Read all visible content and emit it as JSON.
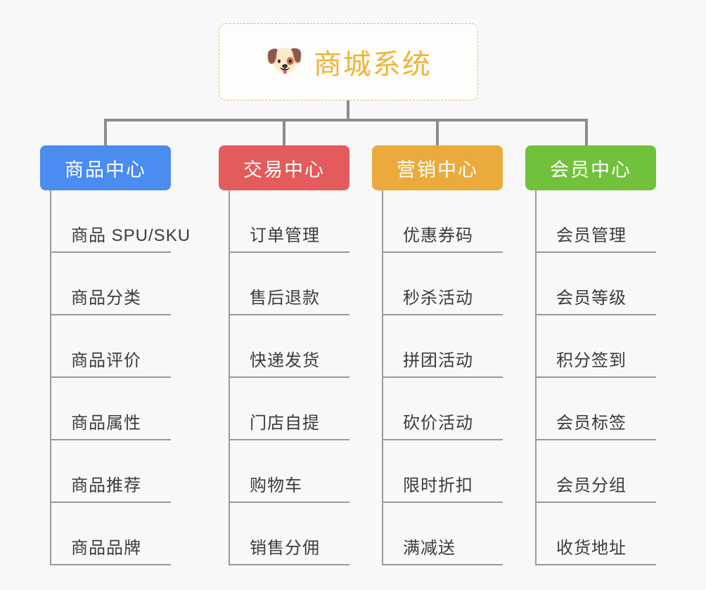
{
  "diagram": {
    "type": "org-chart",
    "background_color": "#f8f8f8",
    "root": {
      "title": "商城系统",
      "icon": "dog-face-icon",
      "icon_glyph": "🐶",
      "border_color": "#e8b95e",
      "text_color": "#f0b537"
    },
    "connector_color": "#8c8c8c",
    "leaf_line_color": "#9a9a9a",
    "leaf_text_color": "#3b3b3b",
    "categories": [
      {
        "label": "商品中心",
        "color": "#4a8cf0",
        "items": [
          "商品 SPU/SKU",
          "商品分类",
          "商品评价",
          "商品属性",
          "商品推荐",
          "商品品牌"
        ]
      },
      {
        "label": "交易中心",
        "color": "#e45b5b",
        "items": [
          "订单管理",
          "售后退款",
          "快递发货",
          "门店自提",
          "购物车",
          "销售分佣"
        ]
      },
      {
        "label": "营销中心",
        "color": "#eaab3c",
        "items": [
          "优惠券码",
          "秒杀活动",
          "拼团活动",
          "砍价活动",
          "限时折扣",
          "满减送"
        ]
      },
      {
        "label": "会员中心",
        "color": "#72c13c",
        "items": [
          "会员管理",
          "会员等级",
          "积分签到",
          "会员标签",
          "会员分组",
          "收货地址"
        ]
      }
    ]
  }
}
